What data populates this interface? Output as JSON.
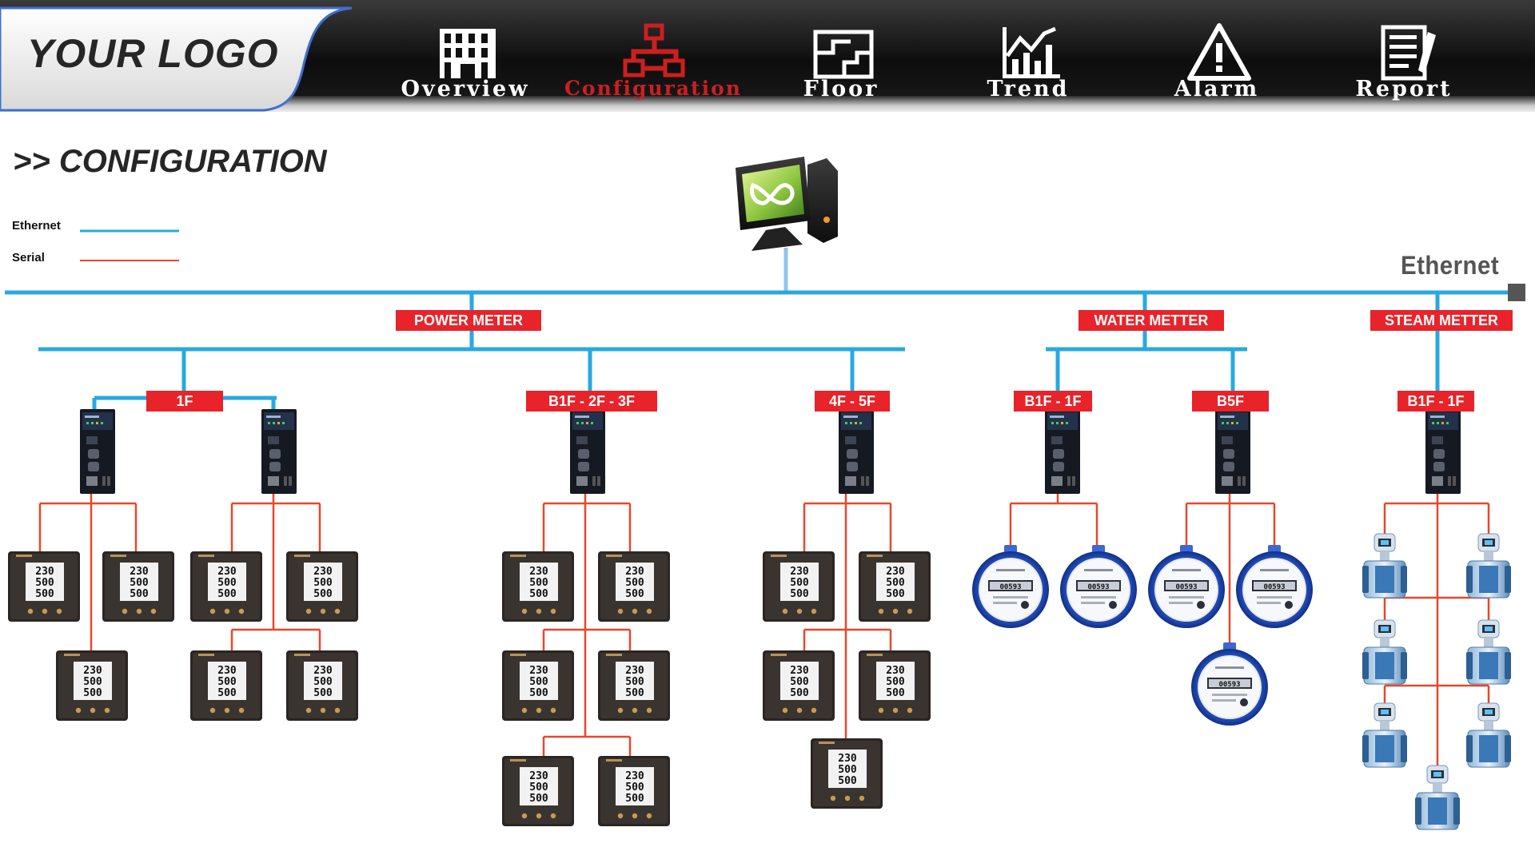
{
  "logo": "YOUR LOGO",
  "nav": {
    "overview": "Overview",
    "configuration": "Configuration",
    "floor": "Floor",
    "trend": "Trend",
    "alarm": "Alarm",
    "report": "Report",
    "active": "configuration",
    "icons": [
      "building-icon",
      "network-icon",
      "floor-plan-icon",
      "trend-chart-icon",
      "alarm-icon",
      "report-icon"
    ]
  },
  "page_title": ">> CONFIGURATION",
  "legend": {
    "ethernet": "Ethernet",
    "serial": "Serial"
  },
  "network_label": "Ethernet",
  "groups": {
    "power": "POWER METER",
    "water": "WATER METTER",
    "steam": "STEAM METTER"
  },
  "floors": {
    "pm_1f": "1F",
    "pm_b1f_3f": "B1F - 2F - 3F",
    "pm_4f_5f": "4F - 5F",
    "wm_b1f_1f": "B1F - 1F",
    "wm_b5f": "B5F",
    "sm_b1f_1f": "B1F - 1F"
  },
  "meter_display": [
    "230",
    "500",
    "500"
  ],
  "colors": {
    "ethernet": "#29a8e0",
    "serial": "#e8472a",
    "tag": "#e8232a",
    "active_nav": "#cc1f1f"
  }
}
